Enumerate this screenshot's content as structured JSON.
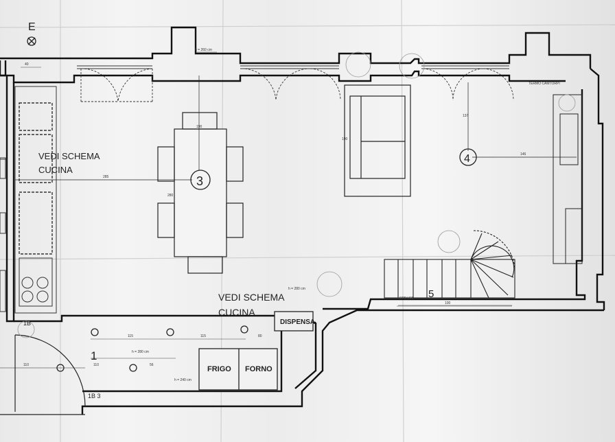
{
  "labels": {
    "elevation_marker": "E",
    "vedi_schema_1": "VEDI SCHEMA",
    "cucina_1": "CUCINA",
    "vedi_schema_2": "VEDI SCHEMA",
    "cucina_2": "CUCINA",
    "dispensa": "DISPENSA",
    "frigo": "FRIGO",
    "forno": "FORNO",
    "room_1": "1",
    "room_1b": "1B",
    "room_1b_lower": "1B 3",
    "room_3": "3",
    "room_4": "4",
    "room_5": "5",
    "h_280": "h = 280 cm",
    "h_240": "h = 240 cm",
    "h_280_top": "h = 260 cm",
    "h_280_mid": "h = 280 cm",
    "termo": "TERMO CAMTORPI",
    "led": "SPB LED"
  },
  "dimensions": {
    "d40": "40",
    "d285": "285",
    "d280": "280",
    "d190": "190",
    "d146": "146",
    "d137": "137",
    "d115a": "115",
    "d115b": "115",
    "d110a": "110",
    "d110b": "110",
    "d56": "56",
    "d80": "80",
    "d100": "100",
    "d190b": "190"
  }
}
